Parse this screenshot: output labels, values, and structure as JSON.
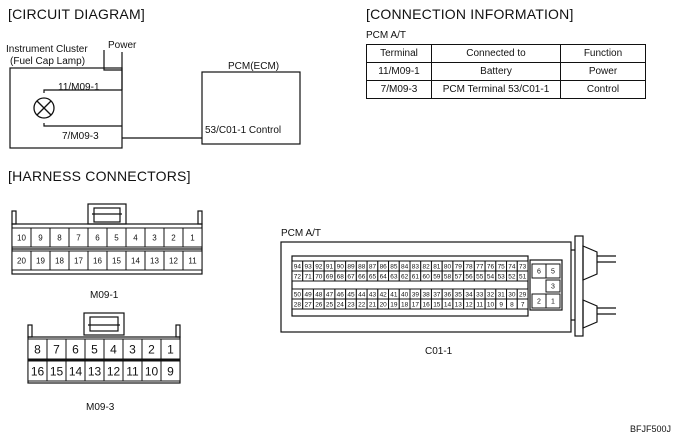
{
  "circuit": {
    "title": "[CIRCUIT DIAGRAM]",
    "cluster_label_1": "Instrument Cluster",
    "cluster_label_2": "(Fuel Cap Lamp)",
    "power_label": "Power",
    "pin_top": "11/M09-1",
    "pin_bottom": "7/M09-3",
    "pcm_label": "PCM(ECM)",
    "pcm_pin": "53/C01-1 Control"
  },
  "connection": {
    "title": "[CONNECTION INFORMATION]",
    "subtitle": "PCM A/T",
    "headers": [
      "Terminal",
      "Connected to",
      "Function"
    ],
    "rows": [
      [
        "11/M09-1",
        "Battery",
        "Power"
      ],
      [
        "7/M09-3",
        "PCM Terminal 53/C01-1",
        "Control"
      ]
    ]
  },
  "harness": {
    "title": "[HARNESS CONNECTORS]",
    "m091": {
      "name": "M09-1",
      "top_row": [
        "10",
        "9",
        "8",
        "7",
        "6",
        "5",
        "4",
        "3",
        "2",
        "1"
      ],
      "bottom_row": [
        "20",
        "19",
        "18",
        "17",
        "16",
        "15",
        "14",
        "13",
        "12",
        "11"
      ]
    },
    "m093": {
      "name": "M09-3",
      "top_row": [
        "8",
        "7",
        "6",
        "5",
        "4",
        "3",
        "2",
        "1"
      ],
      "bottom_row": [
        "16",
        "15",
        "14",
        "13",
        "12",
        "11",
        "10",
        "9"
      ]
    },
    "c011": {
      "header": "PCM A/T",
      "name": "C01-1",
      "row1": [
        "94",
        "93",
        "92",
        "91",
        "90",
        "89",
        "88",
        "87",
        "86",
        "85",
        "84",
        "83",
        "82",
        "81",
        "80",
        "79",
        "78",
        "77",
        "76",
        "75",
        "74",
        "73"
      ],
      "row2": [
        "72",
        "71",
        "70",
        "69",
        "68",
        "67",
        "66",
        "65",
        "64",
        "63",
        "62",
        "61",
        "60",
        "59",
        "58",
        "57",
        "56",
        "55",
        "54",
        "53",
        "52",
        "51"
      ],
      "row3": [
        "50",
        "49",
        "48",
        "47",
        "46",
        "45",
        "44",
        "43",
        "42",
        "41",
        "40",
        "39",
        "38",
        "37",
        "36",
        "35",
        "34",
        "33",
        "32",
        "31",
        "30",
        "29"
      ],
      "row4": [
        "28",
        "27",
        "26",
        "25",
        "24",
        "23",
        "22",
        "21",
        "20",
        "19",
        "18",
        "17",
        "16",
        "15",
        "14",
        "13",
        "12",
        "11",
        "10",
        "9",
        "8",
        "7"
      ],
      "side": [
        "6",
        "5",
        "3",
        "2",
        "1"
      ]
    }
  },
  "figure_code": "BFJF500J"
}
